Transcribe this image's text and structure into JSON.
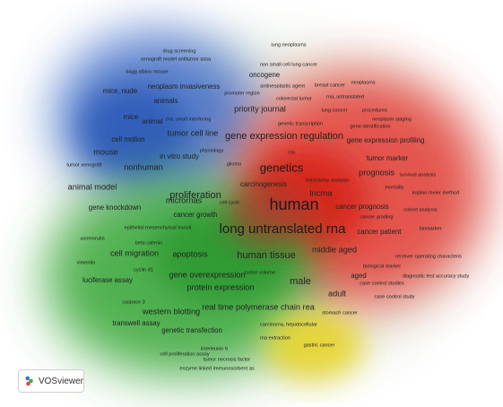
{
  "app": {
    "name": "VOSviewer",
    "logo_icon": "vosviewer-logo-icon"
  },
  "clusters": [
    {
      "id": "blue",
      "color": "#3f6cc6"
    },
    {
      "id": "red",
      "color": "#e3453c"
    },
    {
      "id": "green",
      "color": "#3faa3f"
    },
    {
      "id": "yellow",
      "color": "#e7d42c"
    }
  ],
  "terms": [
    {
      "label": "drug screening",
      "cluster": "blue",
      "weight": 1
    },
    {
      "label": "xenograft model antitumor assa",
      "cluster": "blue",
      "weight": 1
    },
    {
      "label": "bagg albino mouse",
      "cluster": "blue",
      "weight": 1
    },
    {
      "label": "neoplasm invasiveness",
      "cluster": "blue",
      "weight": 2
    },
    {
      "label": "mice, nude",
      "cluster": "blue",
      "weight": 2
    },
    {
      "label": "animals",
      "cluster": "blue",
      "weight": 2
    },
    {
      "label": "mice",
      "cluster": "blue",
      "weight": 2
    },
    {
      "label": "animal",
      "cluster": "blue",
      "weight": 2
    },
    {
      "label": "rna, small interfering",
      "cluster": "blue",
      "weight": 1
    },
    {
      "label": "promoter region",
      "cluster": "blue",
      "weight": 1
    },
    {
      "label": "oncogene",
      "cluster": "blue",
      "weight": 2
    },
    {
      "label": "tumor cell line",
      "cluster": "blue",
      "weight": 3
    },
    {
      "label": "cell motion",
      "cluster": "blue",
      "weight": 2
    },
    {
      "label": "in vitro study",
      "cluster": "blue",
      "weight": 2
    },
    {
      "label": "mouse",
      "cluster": "blue",
      "weight": 3
    },
    {
      "label": "tumor xenograft",
      "cluster": "blue",
      "weight": 1
    },
    {
      "label": "nonhuman",
      "cluster": "blue",
      "weight": 3
    },
    {
      "label": "animal model",
      "cluster": "blue",
      "weight": 3
    },
    {
      "label": "physiology",
      "cluster": "blue",
      "weight": 1
    },
    {
      "label": "glioma",
      "cluster": "blue",
      "weight": 1
    },
    {
      "label": "lung neoplasms",
      "cluster": "red",
      "weight": 1
    },
    {
      "label": "non small cell lung cancer",
      "cluster": "red",
      "weight": 1
    },
    {
      "label": "antineoplastic agent",
      "cluster": "red",
      "weight": 1
    },
    {
      "label": "breast cancer",
      "cluster": "red",
      "weight": 1
    },
    {
      "label": "neoplasms",
      "cluster": "red",
      "weight": 1
    },
    {
      "label": "colorectal tumor",
      "cluster": "red",
      "weight": 1
    },
    {
      "label": "rna, untranslated",
      "cluster": "red",
      "weight": 1
    },
    {
      "label": "priority journal",
      "cluster": "red",
      "weight": 3
    },
    {
      "label": "lung cancer",
      "cluster": "red",
      "weight": 1
    },
    {
      "label": "procedures",
      "cluster": "red",
      "weight": 1
    },
    {
      "label": "genetic transcription",
      "cluster": "red",
      "weight": 1
    },
    {
      "label": "neoplasm staging",
      "cluster": "red",
      "weight": 1
    },
    {
      "label": "gene identification",
      "cluster": "red",
      "weight": 1
    },
    {
      "label": "gene expression regulation",
      "cluster": "red",
      "weight": 4
    },
    {
      "label": "gene expression profiling",
      "cluster": "red",
      "weight": 2
    },
    {
      "label": "rna",
      "cluster": "red",
      "weight": 1
    },
    {
      "label": "tumor marker",
      "cluster": "red",
      "weight": 2
    },
    {
      "label": "genetics",
      "cluster": "red",
      "weight": 5
    },
    {
      "label": "prognosis",
      "cluster": "red",
      "weight": 3
    },
    {
      "label": "survival analysis",
      "cluster": "red",
      "weight": 1
    },
    {
      "label": "microarray analysis",
      "cluster": "red",
      "weight": 1
    },
    {
      "label": "mortality",
      "cluster": "red",
      "weight": 1
    },
    {
      "label": "kaplan meier method",
      "cluster": "red",
      "weight": 1
    },
    {
      "label": "lncrna",
      "cluster": "red",
      "weight": 3
    },
    {
      "label": "human",
      "cluster": "red",
      "weight": 7
    },
    {
      "label": "cancer prognosis",
      "cluster": "red",
      "weight": 2
    },
    {
      "label": "cohort analysis",
      "cluster": "red",
      "weight": 1
    },
    {
      "label": "cancer grading",
      "cluster": "red",
      "weight": 1
    },
    {
      "label": "cancer patient",
      "cluster": "red",
      "weight": 2
    },
    {
      "label": "biomarker",
      "cluster": "red",
      "weight": 1
    },
    {
      "label": "middle aged",
      "cluster": "red",
      "weight": 3
    },
    {
      "label": "receiver operating characteris",
      "cluster": "red",
      "weight": 1
    },
    {
      "label": "biological marker",
      "cluster": "red",
      "weight": 1
    },
    {
      "label": "aged",
      "cluster": "red",
      "weight": 2
    },
    {
      "label": "diagnostic test accuracy study",
      "cluster": "red",
      "weight": 1
    },
    {
      "label": "case control studies",
      "cluster": "red",
      "weight": 1
    },
    {
      "label": "male",
      "cluster": "red",
      "weight": 4
    },
    {
      "label": "adult",
      "cluster": "red",
      "weight": 3
    },
    {
      "label": "case control study",
      "cluster": "red",
      "weight": 1
    },
    {
      "label": "long untranslated rna",
      "cluster": "green",
      "weight": 6
    },
    {
      "label": "micrornas",
      "cluster": "green",
      "weight": 3
    },
    {
      "label": "carcinogenesis",
      "cluster": "green",
      "weight": 2
    },
    {
      "label": "proliferation",
      "cluster": "green",
      "weight": 4
    },
    {
      "label": "cell cycle",
      "cluster": "green",
      "weight": 1
    },
    {
      "label": "gene knockdown",
      "cluster": "green",
      "weight": 2
    },
    {
      "label": "cancer growth",
      "cluster": "green",
      "weight": 2
    },
    {
      "label": "epithelial mesenchymal transit",
      "cluster": "green",
      "weight": 1
    },
    {
      "label": "uvomorulin",
      "cluster": "green",
      "weight": 1
    },
    {
      "label": "beta catenin",
      "cluster": "green",
      "weight": 1
    },
    {
      "label": "cell migration",
      "cluster": "green",
      "weight": 3
    },
    {
      "label": "apoptosis",
      "cluster": "green",
      "weight": 3
    },
    {
      "label": "human tissue",
      "cluster": "green",
      "weight": 4
    },
    {
      "label": "vimentin",
      "cluster": "green",
      "weight": 1
    },
    {
      "label": "cyclin d1",
      "cluster": "green",
      "weight": 1
    },
    {
      "label": "gene overexpression",
      "cluster": "green",
      "weight": 3
    },
    {
      "label": "tumor volume",
      "cluster": "green",
      "weight": 1
    },
    {
      "label": "luciferase assay",
      "cluster": "green",
      "weight": 2
    },
    {
      "label": "protein expression",
      "cluster": "green",
      "weight": 3
    },
    {
      "label": "caspase 3",
      "cluster": "green",
      "weight": 1
    },
    {
      "label": "real time polymerase chain rea",
      "cluster": "green",
      "weight": 3
    },
    {
      "label": "western blotting",
      "cluster": "green",
      "weight": 3
    },
    {
      "label": "stomach cancer",
      "cluster": "green",
      "weight": 1
    },
    {
      "label": "transwell assay",
      "cluster": "green",
      "weight": 2
    },
    {
      "label": "carcinoma, hepatocellular",
      "cluster": "green",
      "weight": 1
    },
    {
      "label": "genetic transfection",
      "cluster": "green",
      "weight": 2
    },
    {
      "label": "rna extraction",
      "cluster": "green",
      "weight": 1
    },
    {
      "label": "gastric cancer",
      "cluster": "yellow",
      "weight": 1
    },
    {
      "label": "interleukin 6",
      "cluster": "green",
      "weight": 1
    },
    {
      "label": "cell proliferation assay",
      "cluster": "green",
      "weight": 1
    },
    {
      "label": "tumor necrosis factor",
      "cluster": "green",
      "weight": 1
    },
    {
      "label": "enzyme linked immunosorbent as",
      "cluster": "green",
      "weight": 1
    }
  ]
}
